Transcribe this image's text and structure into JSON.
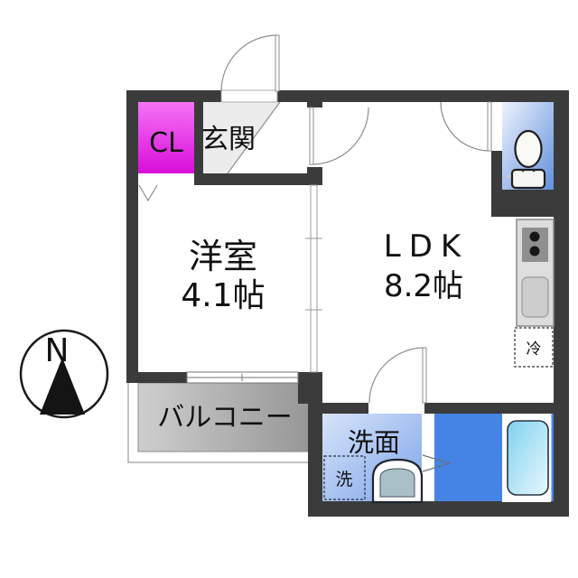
{
  "plan": {
    "compass": {
      "label": "N"
    },
    "rooms": {
      "closet": {
        "label": "CL"
      },
      "entrance": {
        "label": "玄関"
      },
      "western_room": {
        "label": "洋室",
        "size": "4.1帖"
      },
      "ldk": {
        "label": "LDK",
        "size": "8.2帖"
      },
      "balcony": {
        "label": "バルコニー"
      },
      "washroom": {
        "label": "洗面"
      },
      "washer_space": {
        "label": "洗"
      },
      "refrigerator_space": {
        "label": "冷"
      }
    },
    "fixtures": {
      "toilet": "toilet-icon",
      "bathtub": "bathtub-icon",
      "washbasin": "washbasin-icon",
      "stove": "stove-icon",
      "sink": "kitchen-sink-icon"
    },
    "colors": {
      "wall": "#3b3b3b",
      "closet_top": "#f573f5",
      "closet_bottom": "#d90dd9",
      "entrance_floor": "#ececec",
      "toilet_light": "#eef3fd",
      "toilet_dark": "#6090dd",
      "washroom_light": "#d7e4fa",
      "washroom_dark": "#7ca4e8",
      "bath": "#4583e4",
      "tub_light": "#7fd2ef",
      "tub_pale": "#eaf7fd",
      "balcony_light": "#cecece",
      "balcony_dark": "#969696",
      "counter": "#dddddd",
      "stove": "#8f8f8f",
      "burner": "#161616",
      "basin": "#a9c0c9",
      "line": "#8c8c8c",
      "text": "#111111"
    }
  }
}
